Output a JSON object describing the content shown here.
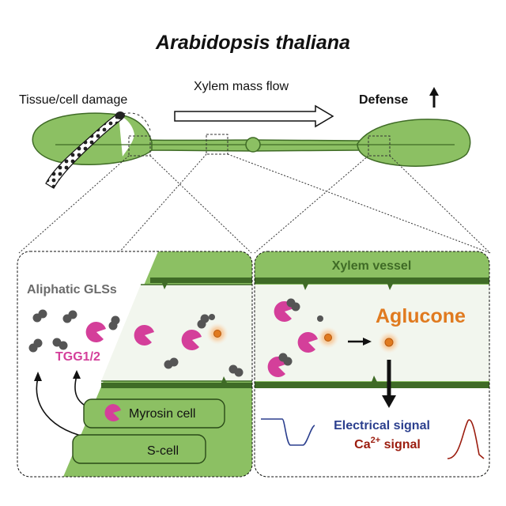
{
  "title": "Arabidopsis thaliana",
  "top": {
    "damage_label": "Tissue/cell damage",
    "flow_label": "Xylem mass flow",
    "defense_label": "Defense"
  },
  "left_panel": {
    "glucosinolate_label": "Aliphatic GLSs",
    "enzyme_label": "TGG1/2",
    "myrosin_label": "Myrosin cell",
    "scell_label": "S-cell"
  },
  "right_panel": {
    "vessel_label": "Xylem vessel",
    "aglucone_label": "Aglucone",
    "electrical_label": "Electrical signal",
    "calcium_label_base": "Ca",
    "calcium_label_sup": "2+",
    "calcium_label_rest": " signal"
  },
  "colors": {
    "leaf_green": "#8cc063",
    "leaf_stroke": "#3f6b26",
    "myrosinase_magenta": "#d43f9a",
    "aglucone_orange": "#e07a1f",
    "electrical_blue": "#2b3f8e",
    "calcium_red": "#9b1c0e"
  }
}
